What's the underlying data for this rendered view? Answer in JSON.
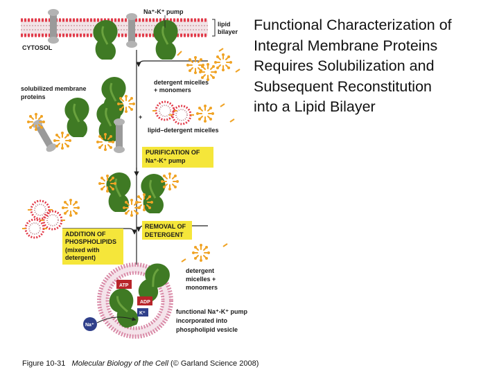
{
  "title_lines": [
    "Functional Characterization of",
    "Integral Membrane Proteins",
    "Requires Solubilization and",
    "Subsequent Reconstitution",
    "into a Lipid Bilayer"
  ],
  "caption": {
    "figure_number": "Figure 10-31",
    "book_title": "Molecular Biology of the Cell",
    "credit": "(© Garland Science 2008)"
  },
  "labels": {
    "pump_top": "Na⁺-K⁺ pump",
    "lipid": "lipid",
    "bilayer": "bilayer",
    "cytosol": "CYTOSOL",
    "solubilized_1": "solubilized membrane",
    "solubilized_2": "proteins",
    "micelles_1": "detergent micelles",
    "micelles_2": "+ monomers",
    "plus": "+",
    "lipid_detergent": "lipid–detergent micelles",
    "purification_1": "PURIFICATION OF",
    "purification_2": "Na⁺-K⁺ pump",
    "removal_1": "REMOVAL OF",
    "removal_2": "DETERGENT",
    "addition_1": "ADDITION OF",
    "addition_2": "PHOSPHOLIPIDS",
    "addition_3": "(mixed with",
    "addition_4": "detergent)",
    "micelles2_1": "detergent",
    "micelles2_2": "micelles +",
    "micelles2_3": "monomers",
    "functional_1": "functional Na⁺-K⁺ pump",
    "functional_2": "incorporated into",
    "functional_3": "phospholipid vesicle",
    "atp": "ATP",
    "adp": "ADP",
    "k": "K⁺",
    "na": "Na⁺"
  },
  "colors": {
    "membrane_head": "#e23b4a",
    "membrane_tail": "#b77c86",
    "protein_green": "#3f7a24",
    "channel_gray": "#9a9a9a",
    "micelle_orange": "#f0a325",
    "box_yellow": "#f5e63a",
    "vesicle_pink": "#d98aa7",
    "atp_red": "#b8252a",
    "arrow": "#222222"
  }
}
